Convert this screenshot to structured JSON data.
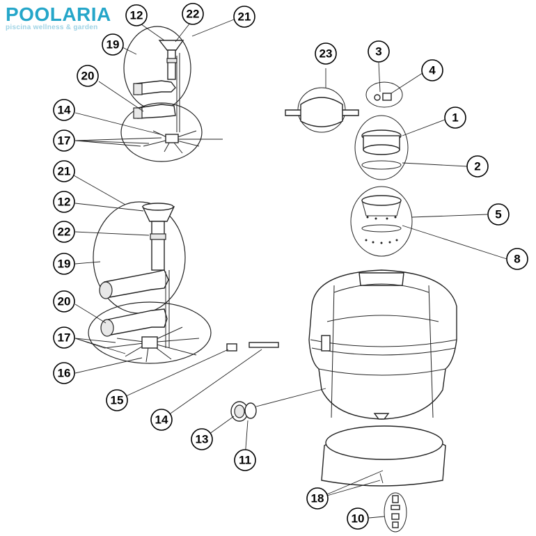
{
  "brand": {
    "logo_text": "POOLARIA",
    "tagline": "piscina wellness & garden",
    "colors": {
      "logo": "#25a6c9",
      "tagline": "#9fd3e5"
    }
  },
  "diagram": {
    "type": "exploded-parts-diagram",
    "callouts": [
      {
        "id": "c12a",
        "label": "12"
      },
      {
        "id": "c22a",
        "label": "22"
      },
      {
        "id": "c21a",
        "label": "21"
      },
      {
        "id": "c19a",
        "label": "19"
      },
      {
        "id": "c20a",
        "label": "20"
      },
      {
        "id": "c14a",
        "label": "14"
      },
      {
        "id": "c17a",
        "label": "17"
      },
      {
        "id": "c23",
        "label": "23"
      },
      {
        "id": "c3",
        "label": "3"
      },
      {
        "id": "c4",
        "label": "4"
      },
      {
        "id": "c1",
        "label": "1"
      },
      {
        "id": "c2",
        "label": "2"
      },
      {
        "id": "c21b",
        "label": "21"
      },
      {
        "id": "c12b",
        "label": "12"
      },
      {
        "id": "c22b",
        "label": "22"
      },
      {
        "id": "c19b",
        "label": "19"
      },
      {
        "id": "c5",
        "label": "5"
      },
      {
        "id": "c8",
        "label": "8"
      },
      {
        "id": "c20b",
        "label": "20"
      },
      {
        "id": "c17b",
        "label": "17"
      },
      {
        "id": "c16",
        "label": "16"
      },
      {
        "id": "c15",
        "label": "15"
      },
      {
        "id": "c14b",
        "label": "14"
      },
      {
        "id": "c13",
        "label": "13"
      },
      {
        "id": "c11",
        "label": "11"
      },
      {
        "id": "c18",
        "label": "18"
      },
      {
        "id": "c10",
        "label": "10"
      }
    ]
  }
}
